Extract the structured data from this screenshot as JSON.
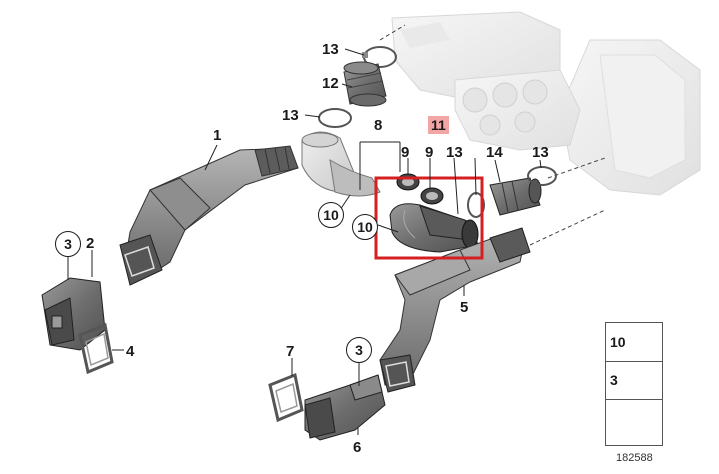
{
  "diagram": {
    "callouts": {
      "c1": "1",
      "c2": "2",
      "c3a": "3",
      "c3b": "3",
      "c4": "4",
      "c5": "5",
      "c6": "6",
      "c7": "7",
      "c8": "8",
      "c9a": "9",
      "c9b": "9",
      "c10a": "10",
      "c10b": "10",
      "c11": "11",
      "c12": "12",
      "c13a": "13",
      "c13b": "13",
      "c13c": "13",
      "c13d": "13",
      "c14": "14"
    },
    "legend": {
      "row1_number": "10",
      "row2_number": "3"
    },
    "diagram_id": "182588",
    "colors": {
      "highlight_box": "#d42020",
      "highlight_label_bg": "#f2a5a5",
      "part_dark": "#7a7a7a",
      "part_light": "#c9c9c9",
      "background_part": "#dcdcdc"
    }
  }
}
